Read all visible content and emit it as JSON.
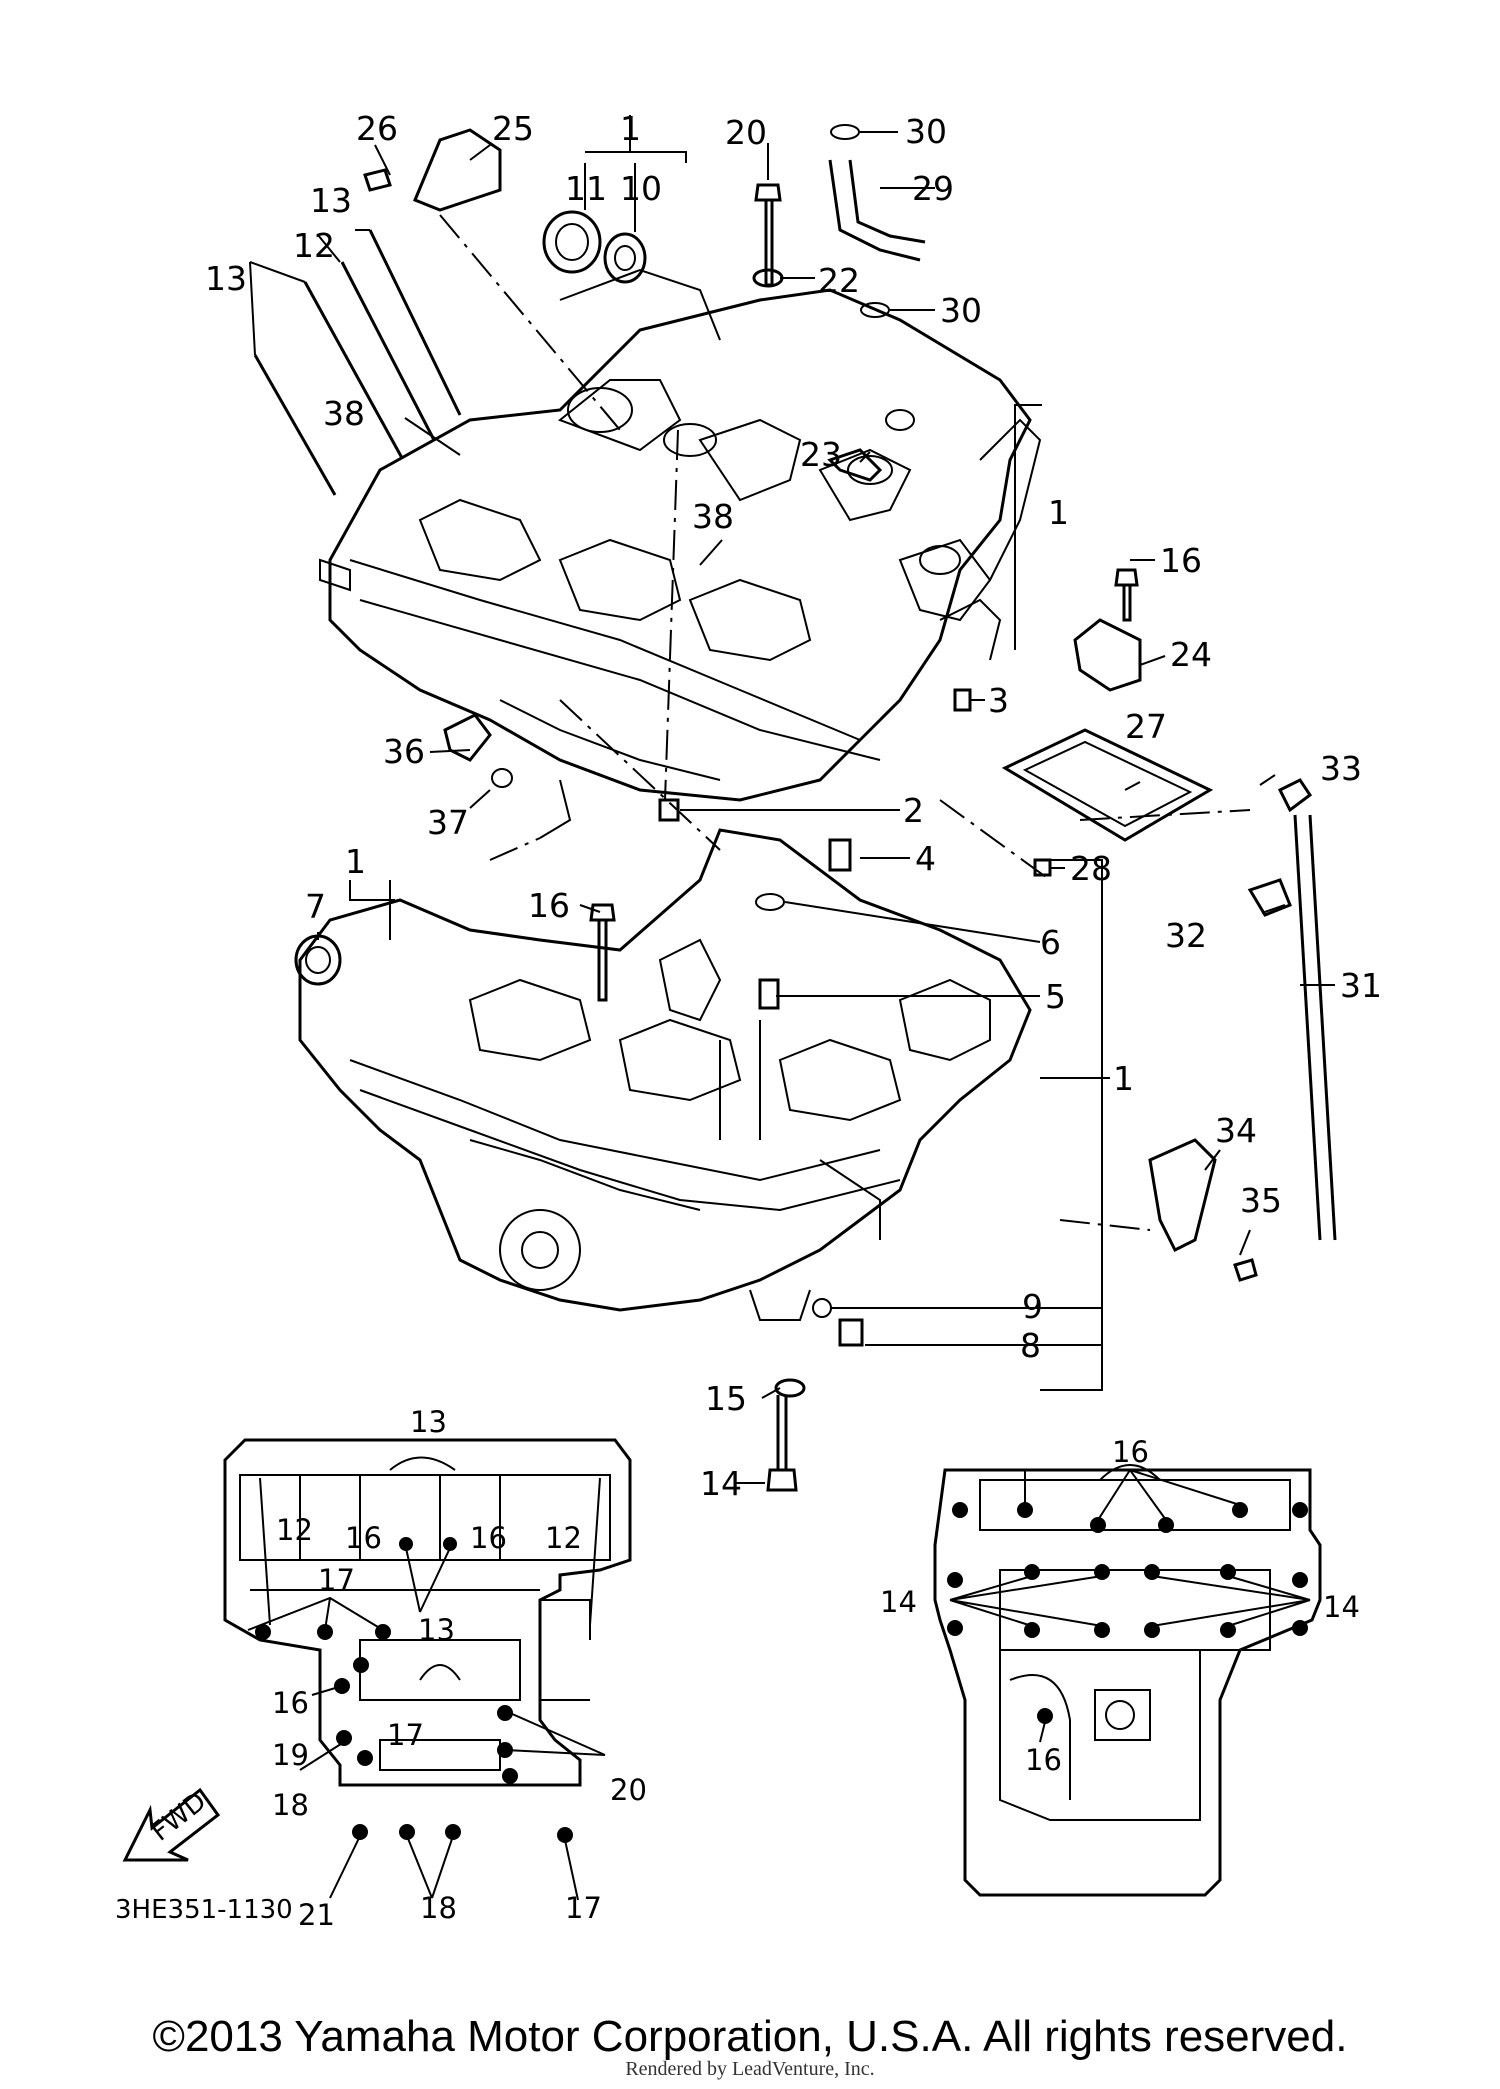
{
  "labels": {
    "l26": "26",
    "l25": "25",
    "l1a": "1",
    "l11": "11",
    "l10": "10",
    "l20": "20",
    "l30a": "30",
    "l29": "29",
    "l13a": "13",
    "l12a": "12",
    "l13b": "13",
    "l22": "22",
    "l30b": "30",
    "l38a": "38",
    "l23": "23",
    "l1b": "1",
    "l16a": "16",
    "l38b": "38",
    "l24": "24",
    "l3": "3",
    "l36": "36",
    "l27": "27",
    "l33": "33",
    "l2": "2",
    "l37": "37",
    "l28": "28",
    "l4": "4",
    "l1c": "1",
    "l16b": "16",
    "l7": "7",
    "l6": "6",
    "l32": "32",
    "l31": "31",
    "l5": "5",
    "l1d": "1",
    "l34": "34",
    "l35": "35",
    "l9": "9",
    "l15": "15",
    "l8": "8",
    "l14a": "14",
    "l13c": "13",
    "l12b": "12",
    "l16c": "16",
    "l16d": "16",
    "l12c": "12",
    "l17a": "17",
    "l13d": "13",
    "l16e": "16",
    "l17b": "17",
    "l19": "19",
    "l18a": "18",
    "l20b": "20",
    "l21": "21",
    "l18b": "18",
    "l17c": "17",
    "l16f": "16",
    "l14b": "14",
    "l14c": "14",
    "l16g": "16",
    "fwd": "FWD"
  },
  "diagram_code": "3HE351-1130",
  "copyright": "©2013 Yamaha Motor Corporation, U.S.A. All rights reserved.",
  "rendered_by": "Rendered by LeadVenture, Inc."
}
